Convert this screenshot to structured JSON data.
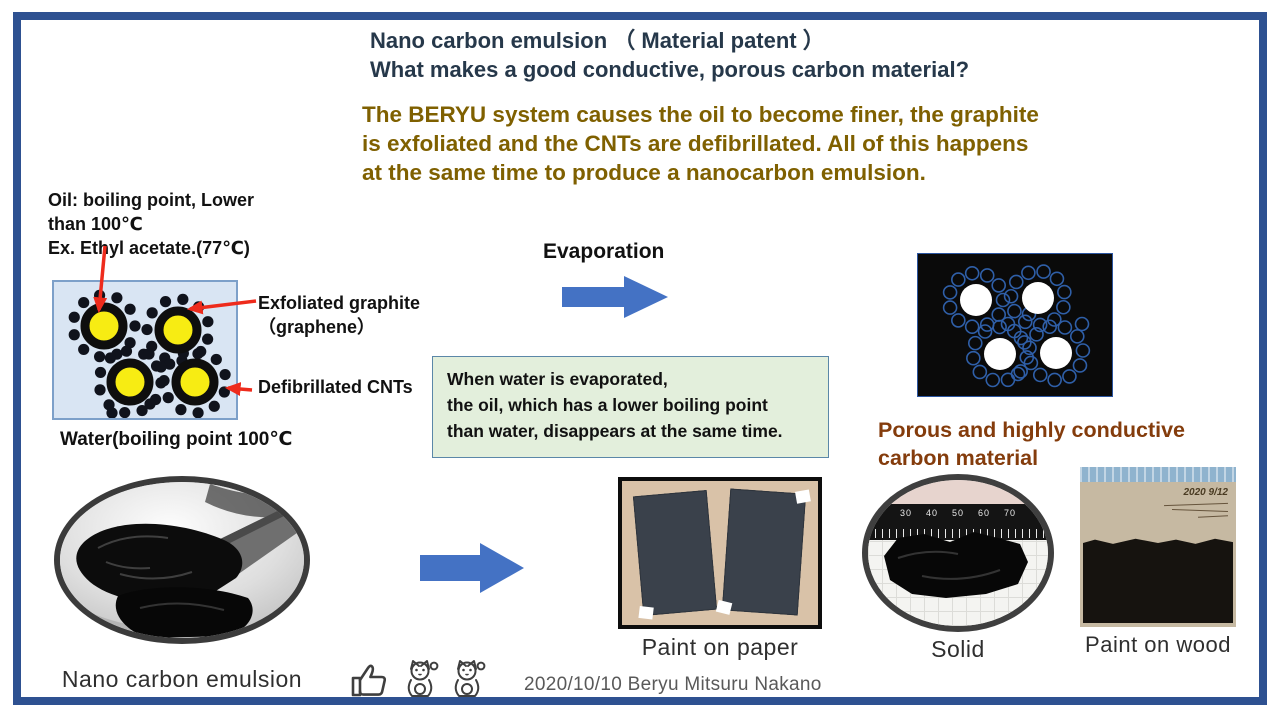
{
  "header": {
    "line1": "Nano carbon emulsion （ Material patent ）",
    "line2": "What makes a good conductive, porous carbon material?"
  },
  "intro": {
    "text": "The BERYU system causes the oil to become finer, the graphite\nis exfoliated and the CNTs are defibrillated. All of this happens\nat the same time to produce a nanocarbon emulsion."
  },
  "labels": {
    "oil": "Oil: boiling point, Lower\nthan 100℃\nEx. Ethyl acetate.(77℃)",
    "exfoliated": "Exfoliated graphite\n（graphene）",
    "cnts": "Defibrillated CNTs",
    "water": "Water(boiling point 100℃"
  },
  "evaporation": {
    "label": "Evaporation"
  },
  "note": {
    "text": "When water is evaporated,\nthe oil, which has a lower boiling point\nthan water, disappears at the same time."
  },
  "porous": {
    "caption": "Porous and highly conductive\ncarbon material"
  },
  "photos": {
    "emulsion": {
      "caption": "Nano carbon emulsion"
    },
    "paper": {
      "caption": "Paint on paper"
    },
    "solid": {
      "caption": "Solid",
      "ruler_numbers": "30    40    50    60    70"
    },
    "wood": {
      "caption": "Paint on wood",
      "handwriting": "2020 9/12"
    }
  },
  "footer": {
    "credit": "2020/10/10 Beryu Mitsuru Nakano"
  },
  "icons": {
    "names": [
      "thumbs-up-icon",
      "maneki-neko-icon",
      "maneki-neko-icon"
    ]
  },
  "colors": {
    "border_blue": "#2E5191",
    "title_navy": "#26384A",
    "intro_olive": "#7F6000",
    "arrow_blue": "#4472C4",
    "red_arrow": "#EE2B1C",
    "note_bg": "#E3EFDC",
    "emulsion_box_bg": "#D9E5F3",
    "porous_brown": "#843C0C"
  }
}
